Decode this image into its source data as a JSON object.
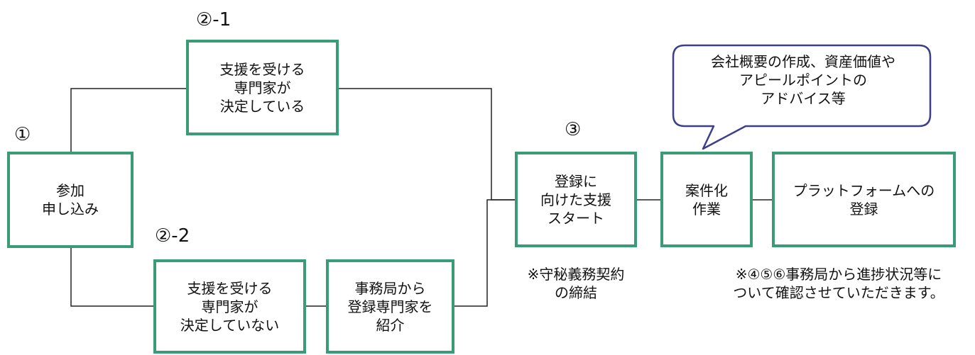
{
  "steps": {
    "step1_label": "①",
    "step2_1_label": "②-1",
    "step2_2_label": "②-2",
    "step3_label": "③"
  },
  "boxes": {
    "apply": "参加\n申し込み",
    "expert_decided": "支援を受ける\n専門家が\n決定している",
    "expert_not_decided": "支援を受ける\n専門家が\n決定していない",
    "office_introduce": "事務局から\n登録専門家を\n紹介",
    "support_start": "登録に\n向けた支援\nスタート",
    "case_work": "案件化\n作業",
    "platform_register": "プラットフォームへの\n登録"
  },
  "bubble": {
    "text": "会社概要の作成、資産価値や\nアピールポイントの\nアドバイス等"
  },
  "notes": {
    "confidentiality": "※守秘義務契約\nの締結",
    "progress": "※④⑤⑥事務局から進捗状況等に\nついて確認させていただきます。"
  },
  "colors": {
    "box_border": "#3a9b77",
    "bubble_border": "#3b3f8c",
    "connector": "#222222"
  }
}
